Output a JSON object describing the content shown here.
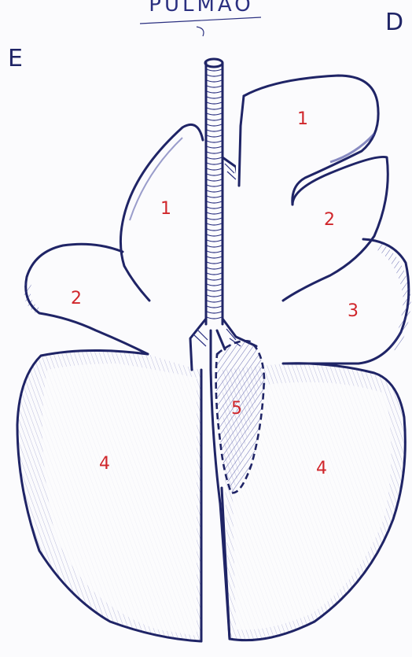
{
  "title": "PULMAO",
  "side_left": "E",
  "side_right": "D",
  "labels": {
    "left_upper": "1",
    "left_middle": "2",
    "left_lower": "4",
    "right_upper": "1",
    "right_middle": "2",
    "right_accessory": "3",
    "right_lower": "4",
    "mediastinal": "5"
  },
  "colors": {
    "ink": "#1f2466",
    "numbers": "#d0262b",
    "paper": "#fbfbfd"
  }
}
